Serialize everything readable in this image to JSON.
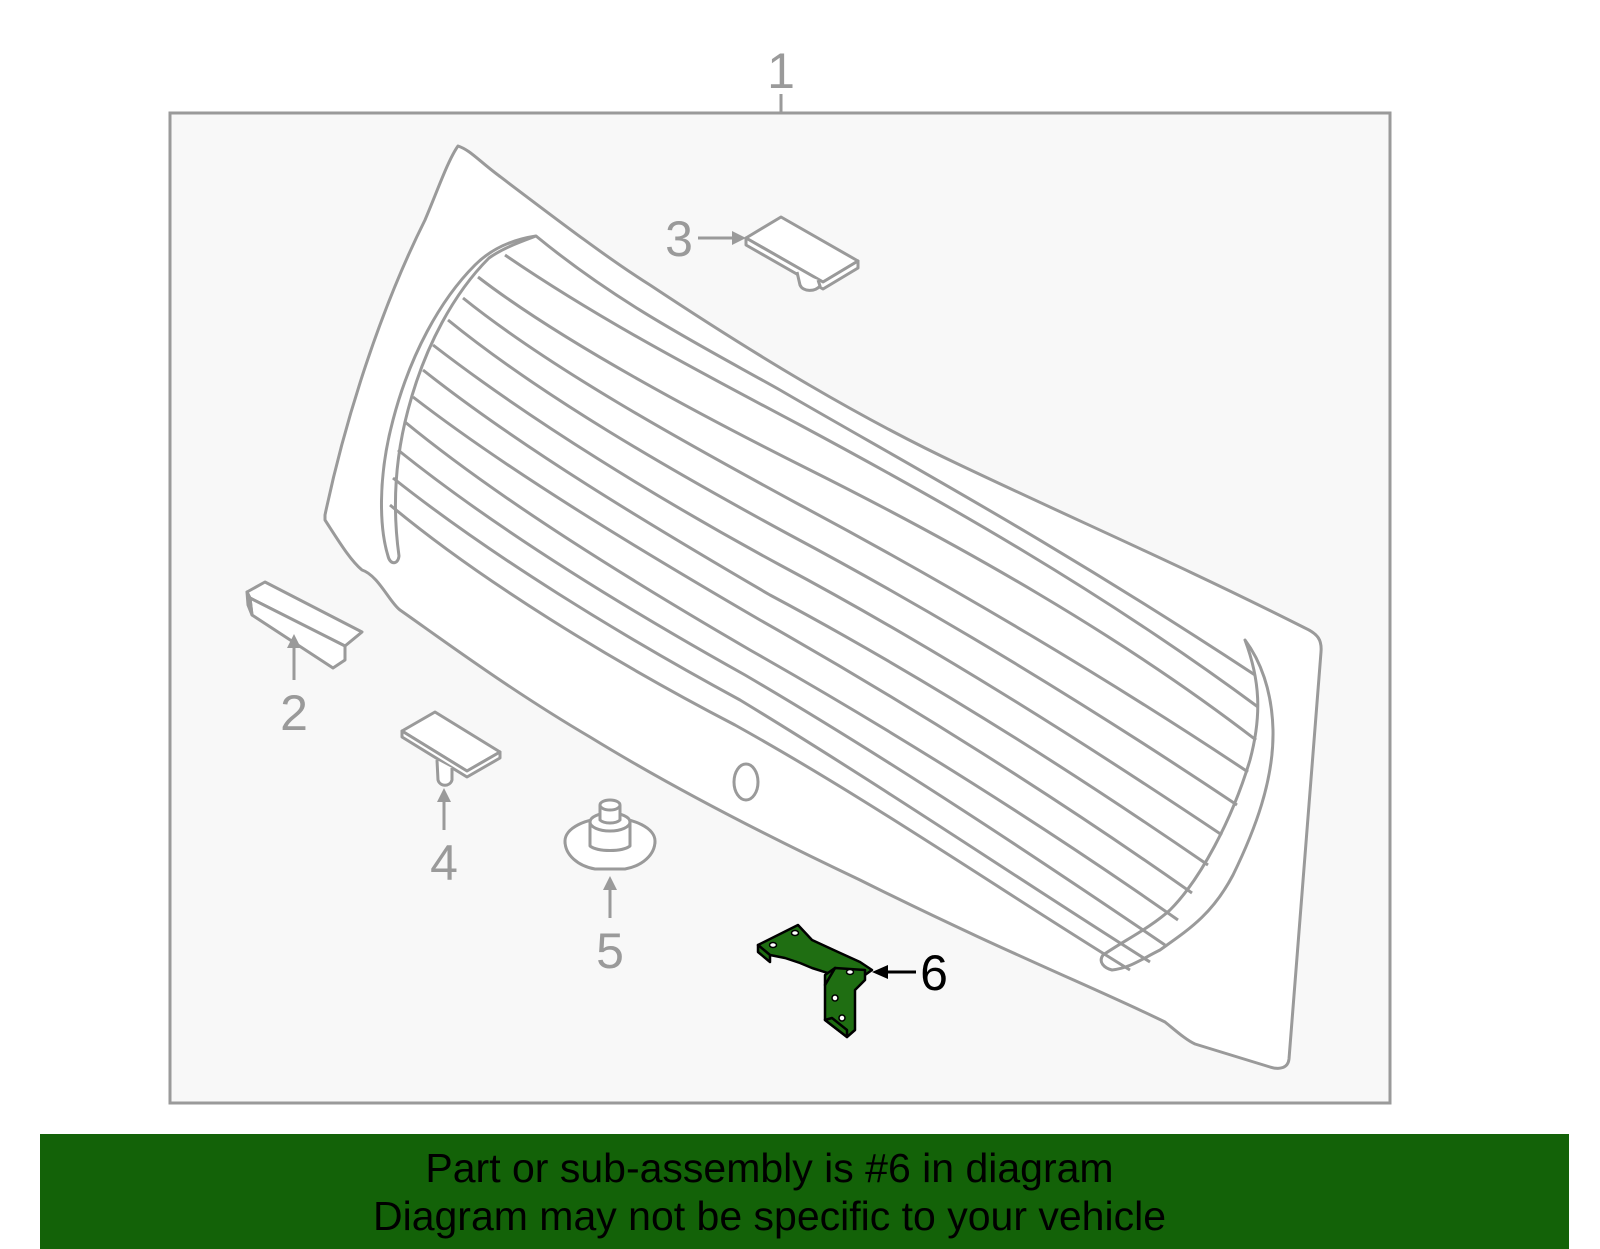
{
  "diagram": {
    "callouts": [
      "1",
      "2",
      "3",
      "4",
      "5",
      "6"
    ],
    "highlighted_part": "6",
    "colors": {
      "line": "#9a9a9a",
      "panel_background": "#f8f8f8",
      "highlight_fill": "#1f6e12",
      "highlight_stroke": "#000000",
      "banner_background": "#136208"
    }
  },
  "banner": {
    "line1": "Part or sub-assembly is #6 in diagram",
    "line2": "Diagram may not be specific to your vehicle"
  }
}
